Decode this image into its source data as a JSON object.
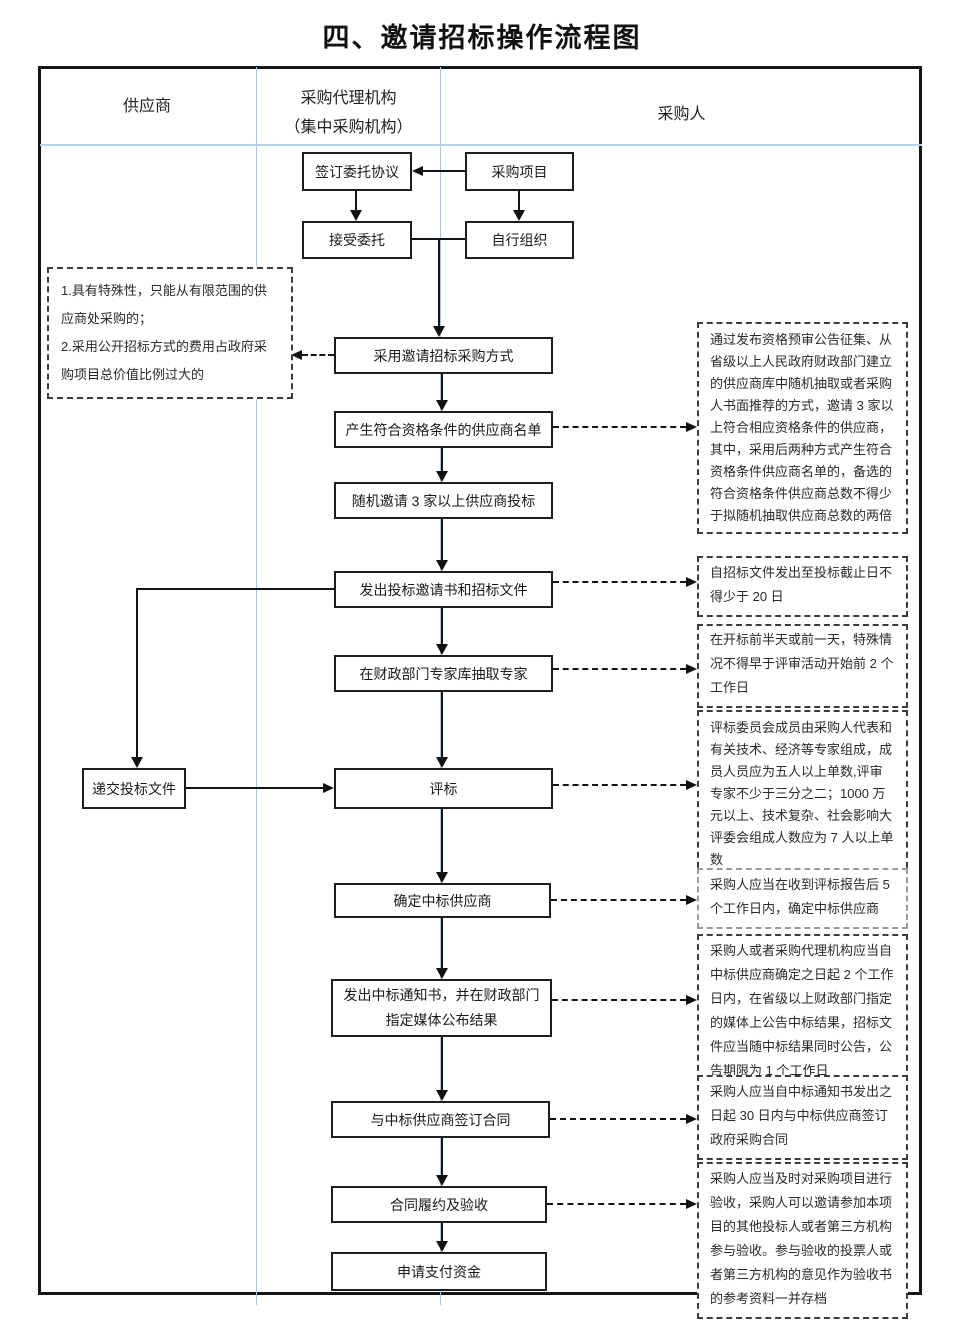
{
  "title": "四、邀请招标操作流程图",
  "columns": {
    "supplier": "供应商",
    "agency_line1": "采购代理机构",
    "agency_line2": "（集中采购机构）",
    "purchaser": "采购人"
  },
  "nodes": {
    "sign_agreement": "签订委托协议",
    "procurement_project": "采购项目",
    "accept_entrustment": "接受委托",
    "self_organize": "自行组织",
    "adopt_method": "采用邀请招标采购方式",
    "generate_list": "产生符合资格条件的供应商名单",
    "random_invite": "随机邀请 3 家以上供应商投标",
    "issue_invitation": "发出投标邀请书和招标文件",
    "draw_experts": "在财政部门专家库抽取专家",
    "submit_bid": "递交投标文件",
    "evaluation": "评标",
    "determine_winner": "确定中标供应商",
    "issue_notice": "发出中标通知书，并在财政部门指定媒体公布结果",
    "sign_contract": "与中标供应商签订合同",
    "performance": "合同履约及验收",
    "payment": "申请支付资金"
  },
  "side_notes": {
    "left_condition_1": "1.具有特殊性，只能从有限范围的供应商处采购的；",
    "left_condition_2": "2.采用公开招标方式的费用占政府采购项目总价值比例过大的",
    "qualification": "通过发布资格预审公告征集、从省级以上人民政府财政部门建立的供应商库中随机抽取或者采购人书面推荐的方式，邀请 3 家以上符合相应资格条件的供应商，其中，采用后两种方式产生符合资格条件供应商名单的，备选的符合资格条件供应商总数不得少于拟随机抽取供应商总数的两倍",
    "deadline_20days": "自招标文件发出至投标截止日不得少于 20 日",
    "expert_timing": "在开标前半天或前一天，特殊情况不得早于评审活动开始前 2 个工作日",
    "committee": "评标委员会成员由采购人代表和有关技术、经济等专家组成，成员人员应为五人以上单数,评审专家不少于三分之二；1000 万元以上、技术复杂、社会影响大评委会组成人数应为 7 人以上单数",
    "determine_5days": "采购人应当在收到评标报告后 5 个工作日内，确定中标供应商",
    "announce_result": "采购人或者采购代理机构应当自中标供应商确定之日起 2 个工作日内，在省级以上财政部门指定的媒体上公告中标结果，招标文件应当随中标结果同时公告，公告期限为 1 个工作日",
    "contract_30days": "采购人应当自中标通知书发出之日起 30 日内与中标供应商签订政府采购合同",
    "acceptance": "采购人应当及时对采购项目进行验收，采购人可以邀请参加本项目的其他投标人或者第三方机构参与验收。参与验收的投票人或者第三方机构的意见作为验收书的参考资料一并存档"
  },
  "colors": {
    "line": "#141414",
    "frame_border": "#151515",
    "column_divider": "#a9c8e3",
    "note_border": "#3c3c3c",
    "note_border_light": "#9a9a9a"
  }
}
